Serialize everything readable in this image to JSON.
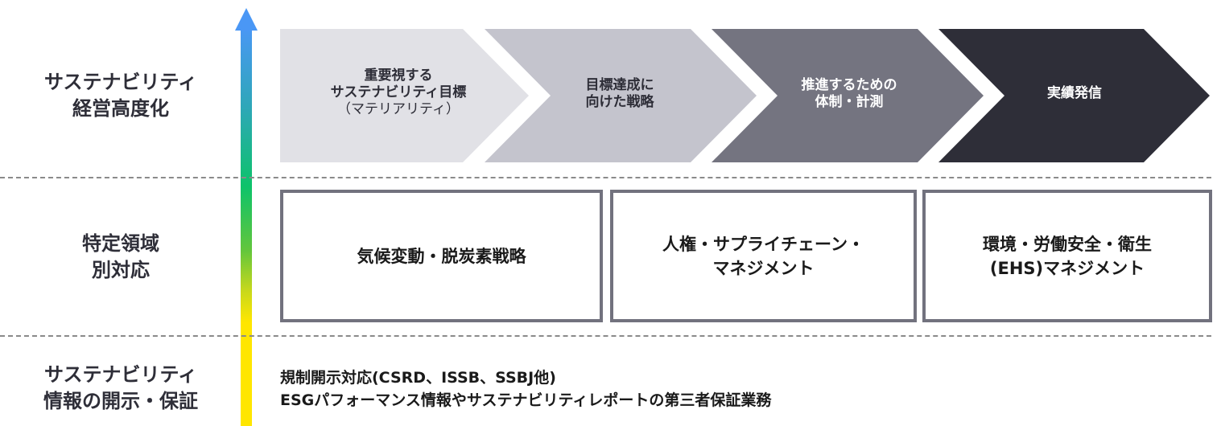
{
  "colors": {
    "chevron_1": "#e1e1e6",
    "chevron_2": "#c4c4cd",
    "chevron_3": "#747480",
    "chevron_4": "#2e2e38",
    "box_border": "#72727e",
    "dash": "#8a8a8a",
    "arrow_top": "#4a97f5",
    "arrow_mid": "#0dc36a",
    "arrow_bottom": "#ffe600"
  },
  "rows": [
    {
      "label_lines": [
        "サステナビリティ",
        "経営高度化"
      ]
    },
    {
      "label_lines": [
        "特定領域",
        "別対応"
      ]
    },
    {
      "label_lines": [
        "サステナビリティ",
        "情報の開示・保証"
      ]
    }
  ],
  "chevrons": [
    {
      "lines": [
        "重要視する",
        "サステナビリティ目標"
      ],
      "sub": "（マテリアリティ）"
    },
    {
      "lines": [
        "目標達成に",
        "向けた戦略"
      ]
    },
    {
      "lines": [
        "推進するための",
        "体制・計測"
      ]
    },
    {
      "lines": [
        "実績発信"
      ]
    }
  ],
  "boxes": [
    {
      "lines": [
        "気候変動・脱炭素戦略"
      ]
    },
    {
      "lines": [
        "人権・サプライチェーン・",
        "マネジメント"
      ]
    },
    {
      "lines": [
        "環境・労働安全・衛生",
        "(EHS)マネジメント"
      ]
    }
  ],
  "disclosure": {
    "lines": [
      "規制開示対応(CSRD、ISSB、SSBJ他)",
      "ESGパフォーマンス情報やサステナビリティレポートの第三者保証業務"
    ]
  }
}
